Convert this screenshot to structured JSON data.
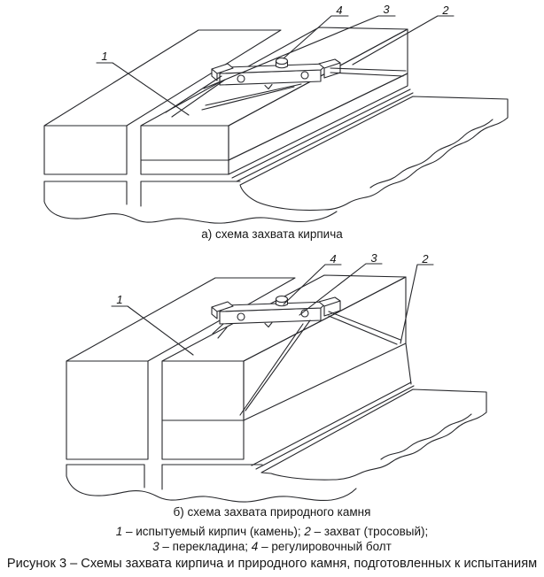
{
  "figure": {
    "caption": "Рисунок 3 – Схемы захвата кирпича и природного камня, подготовленных к испытаниям"
  },
  "legend": {
    "line1": [
      {
        "num": "1",
        "text": " – испытуемый кирпич (камень); "
      },
      {
        "num": "2",
        "text": " – захват (тросовый);"
      }
    ],
    "line2": [
      {
        "num": "3",
        "text": " – перекладина; "
      },
      {
        "num": "4",
        "text": " – регулировочный болт"
      }
    ]
  },
  "diagram_a": {
    "caption": "а) схема захвата кирпича",
    "callouts": {
      "specimen": "1",
      "grip": "2",
      "crossbar": "3",
      "bolt": "4"
    }
  },
  "diagram_b": {
    "caption": "б) схема захвата природного камня",
    "callouts": {
      "specimen": "1",
      "grip": "2",
      "crossbar": "3",
      "bolt": "4"
    }
  },
  "colors": {
    "line": "#26272b",
    "background": "#ffffff",
    "text": "#161616"
  }
}
